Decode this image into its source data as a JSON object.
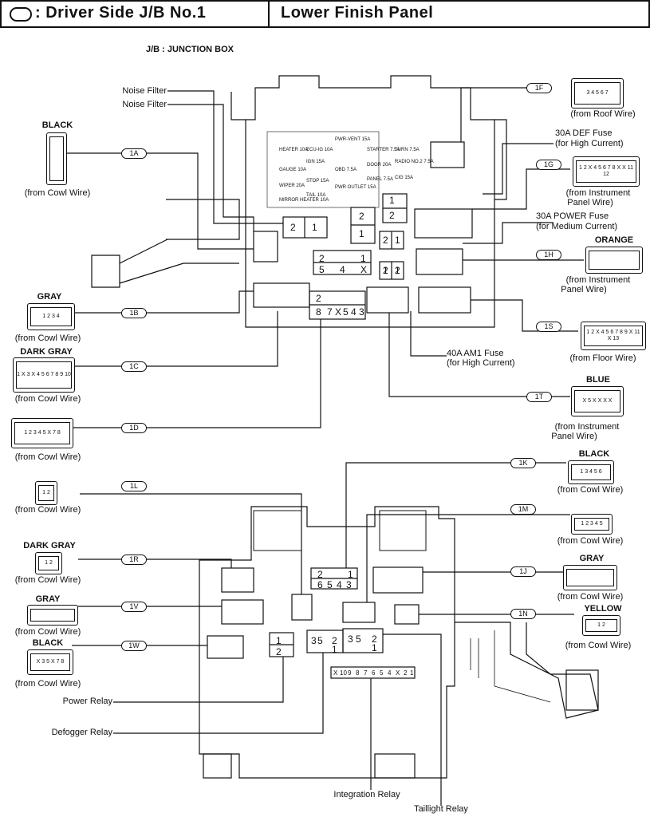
{
  "header": {
    "left_title": ": Driver Side J/B No.1",
    "right_title": "Lower Finish Panel"
  },
  "subtitle": "J/B : JUNCTION BOX",
  "labels": {
    "noise_filter_1": "Noise Filter",
    "noise_filter_2": "Noise Filter",
    "def_fuse_1": "30A DEF Fuse",
    "def_fuse_2": "(for High Current)",
    "power_fuse_1": "30A POWER Fuse",
    "power_fuse_2": "(for Medium Current)",
    "am1_fuse_1": "40A AM1 Fuse",
    "am1_fuse_2": "(for High Current)",
    "power_relay": "Power Relay",
    "defogger_relay": "Defogger Relay",
    "integration_relay": "Integration Relay",
    "taillight_relay": "Taillight Relay"
  },
  "connectors": {
    "1A": {
      "tag": "1A",
      "color": "BLACK",
      "source": "(from Cowl Wire)"
    },
    "1B": {
      "tag": "1B",
      "color": "GRAY",
      "source": "(from Cowl Wire)",
      "pins": "1 2 3 4"
    },
    "1C": {
      "tag": "1C",
      "color": "DARK GRAY",
      "source": "(from Cowl Wire)",
      "pins": "1 X 3 X 4 5 6 7 8 9 10"
    },
    "1D": {
      "tag": "1D",
      "color": "",
      "source": "(from Cowl Wire)",
      "pins": "1 2 3 4 5 X 7 8"
    },
    "1F": {
      "tag": "1F",
      "color": "",
      "source": "(from Roof Wire)",
      "pins": "3 4 5 6 7"
    },
    "1G": {
      "tag": "1G",
      "color": "",
      "source_1": "(from Instrument",
      "source_2": "Panel Wire)",
      "pins": "1 2 X 4 5 6 7 8 X X 11 12"
    },
    "1H": {
      "tag": "1H",
      "color": "ORANGE",
      "source_1": "(from Instrument",
      "source_2": "Panel Wire)"
    },
    "1S": {
      "tag": "1S",
      "color": "",
      "source": "(from Floor Wire)",
      "pins": "1 2 X 4 5 6 7 8 9 X 11 X 13"
    },
    "1T": {
      "tag": "1T",
      "color": "BLUE",
      "source_1": "(from Instrument",
      "source_2": "Panel Wire)",
      "pins": "X 5 X X X X"
    },
    "1K": {
      "tag": "1K",
      "color": "BLACK",
      "source": "(from Cowl Wire)",
      "pins": "1 3 4 5 6"
    },
    "1L": {
      "tag": "1L",
      "color": "",
      "source": "(from Cowl Wire)",
      "pins": "1 2"
    },
    "1M": {
      "tag": "1M",
      "color": "",
      "source": "(from Cowl Wire)",
      "pins": "1 2 3 4 5"
    },
    "1J": {
      "tag": "1J",
      "color": "GRAY",
      "source": "(from Cowl Wire)"
    },
    "1N": {
      "tag": "1N",
      "color": "YELLOW",
      "source": "(from Cowl Wire)",
      "pins": "1 2"
    },
    "1R": {
      "tag": "1R",
      "color": "DARK GRAY",
      "source": "(from Cowl Wire)",
      "pins": "1 2"
    },
    "1V": {
      "tag": "1V",
      "color": "GRAY",
      "source": "(from Cowl Wire)"
    },
    "1W": {
      "tag": "1W",
      "color": "BLACK",
      "source": "(from Cowl Wire)",
      "pins": "X 3 5 X 7 8"
    }
  },
  "fuse_labels": [
    "PWR-VENT 15A",
    "HEATER 10A",
    "ECU-IG 10A",
    "STARTER 7.5A",
    "TURN 7.5A",
    "GAUGE 10A",
    "IGN 15A",
    "OBD 7.5A",
    "DOOR 20A",
    "RADIO NO.2 7.5A",
    "WIPER 20A",
    "STOP 15A",
    "PWR OUTLET 15A",
    "PANEL 7.5A",
    "CIG 15A",
    "MIRROR HEATER 10A",
    "TAIL 10A"
  ],
  "relay_numbers": {
    "r1": [
      "2",
      "1"
    ],
    "r2": [
      "2",
      "1"
    ],
    "r3": [
      "1",
      "2"
    ],
    "r4": [
      "2",
      "1"
    ],
    "r5": [
      "1",
      "2"
    ],
    "r6": [
      "2",
      "1"
    ],
    "r7": [
      "2",
      "1",
      "5",
      "4",
      "X"
    ],
    "r8": [
      "2",
      "8",
      "7",
      "X",
      "5",
      "4",
      "3"
    ],
    "r9": [
      "2",
      "1",
      "6",
      "5",
      "4",
      "3"
    ],
    "r10": [
      "X",
      "10",
      "9",
      "8",
      "7",
      "6",
      "5",
      "4",
      "X",
      "2",
      "1"
    ],
    "r11": [
      "3",
      "5",
      "2",
      "1"
    ],
    "r12": [
      "3",
      "5",
      "2",
      "1"
    ],
    "r13": [
      "1",
      "2"
    ]
  }
}
